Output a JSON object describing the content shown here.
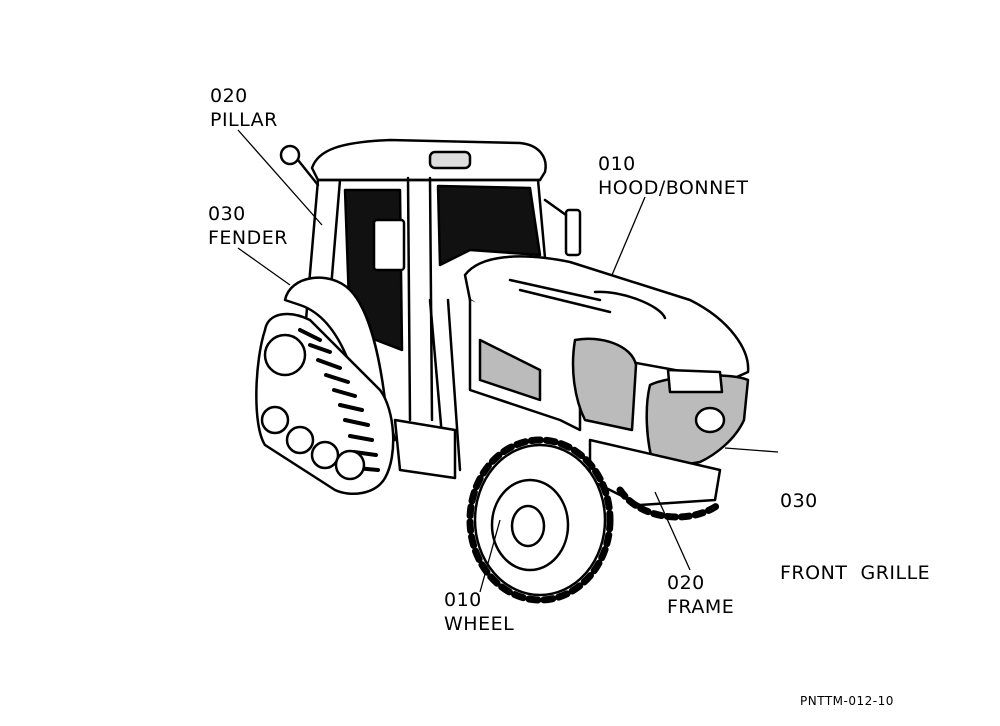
{
  "callouts": [
    {
      "id": "pillar",
      "code": "020",
      "name": "PILLAR"
    },
    {
      "id": "fender",
      "code": "030",
      "name": "FENDER"
    },
    {
      "id": "hood",
      "code": "010",
      "name": "HOOD/BONNET"
    },
    {
      "id": "front-grille",
      "code": "030",
      "name": "FRONT  GRILLE"
    },
    {
      "id": "frame",
      "code": "020",
      "name": "FRAME"
    },
    {
      "id": "wheel",
      "code": "010",
      "name": "WHEEL"
    }
  ],
  "figure_id": "PNTTM-012-10"
}
